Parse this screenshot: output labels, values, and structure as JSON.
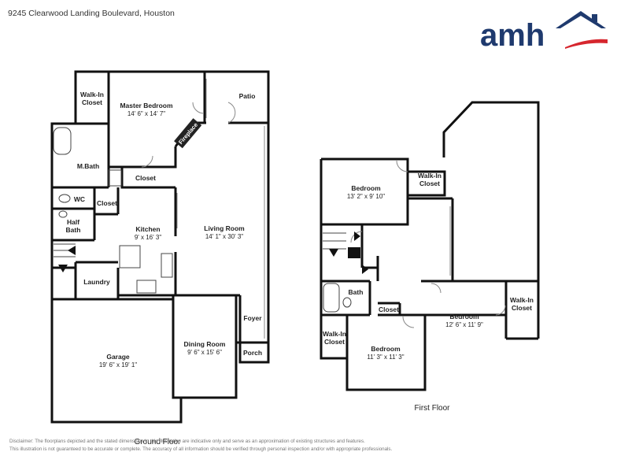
{
  "header": {
    "address": "9245 Clearwood Landing Boulevard, Houston"
  },
  "logo": {
    "text": "amh",
    "brand_color": "#1f3a6e",
    "accent_color": "#d6262e"
  },
  "ground_floor": {
    "label": "Ground Floor",
    "rooms": {
      "walkin_closet": {
        "name_line1": "Walk-In",
        "name_line2": "Closet"
      },
      "master_bedroom": {
        "name": "Master Bedroom",
        "dims": "14' 6\" x 14' 7\""
      },
      "patio": {
        "name": "Patio"
      },
      "fireplace": {
        "name": "Fireplace"
      },
      "mbath": {
        "name": "M.Bath"
      },
      "closet_master": {
        "name": "Closet"
      },
      "wc": {
        "name": "WC"
      },
      "closet_small": {
        "name": "Closet"
      },
      "half_bath": {
        "name_line1": "Half",
        "name_line2": "Bath"
      },
      "kitchen": {
        "name": "Kitchen",
        "dims": "9' x 16' 3\""
      },
      "living_room": {
        "name": "Living Room",
        "dims": "14' 1\" x 30' 3\""
      },
      "laundry": {
        "name": "Laundry"
      },
      "garage": {
        "name": "Garage",
        "dims": "19' 6\" x 19' 1\""
      },
      "dining_room": {
        "name": "Dining Room",
        "dims": "9' 6\" x 15' 6\""
      },
      "foyer": {
        "name": "Foyer"
      },
      "porch": {
        "name": "Porch"
      }
    }
  },
  "first_floor": {
    "label": "First Floor",
    "rooms": {
      "bedroom_nw": {
        "name": "Bedroom",
        "dims": "13' 2\" x 9' 10\""
      },
      "walkin_closet_top": {
        "name_line1": "Walk-In",
        "name_line2": "Closet"
      },
      "bath": {
        "name": "Bath"
      },
      "closet": {
        "name": "Closet"
      },
      "bedroom_east": {
        "name": "Bedroom",
        "dims": "12' 6\" x 11' 9\""
      },
      "walkin_closet_east": {
        "name_line1": "Walk-In",
        "name_line2": "Closet"
      },
      "walkin_closet_west": {
        "name_line1": "Walk-In",
        "name_line2": "Closet"
      },
      "bedroom_south": {
        "name": "Bedroom",
        "dims": "11' 3\" x 11' 3\""
      }
    }
  },
  "disclaimer": {
    "line1": "Disclaimer: The floorplans depicted and the stated dimensions in this illustration are indicative only and serve as an approximation of existing structures and features.",
    "line2": "This illustration is not guaranteed to be accurate or complete. The accuracy of all information should be verified through personal inspection and/or with appropriate professionals."
  }
}
